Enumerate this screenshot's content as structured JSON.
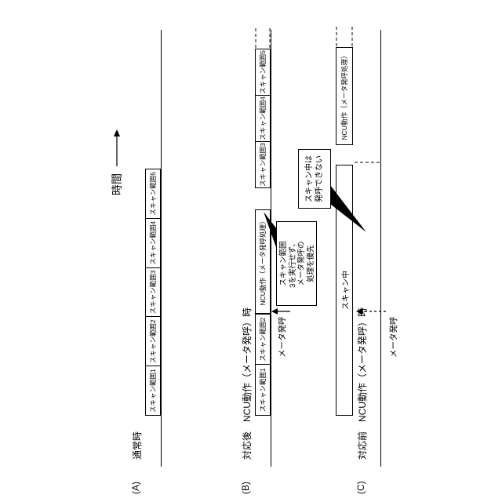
{
  "time_axis": {
    "label": "時間"
  },
  "section_a": {
    "tag": "(A)",
    "title": "通常時",
    "scan_cells": [
      "スキャン範囲1",
      "スキャン範囲2",
      "スキャン範囲3",
      "スキャン範囲4",
      "スキャン範囲5"
    ]
  },
  "section_b": {
    "tag": "(B)",
    "title": "対応後　NCU動作（メータ発呼）時",
    "scan_cells_before": [
      "スキャン範囲1",
      "スキャン範囲2"
    ],
    "ncu_box": "NCU動作（メータ発呼処理）",
    "scan_cells_after": [
      "スキャン範囲3",
      "スキャン範囲4",
      "スキャン範囲5"
    ],
    "meter_call_label": "メータ発呼",
    "callout_lines": [
      "スキャン範囲",
      "3を実行せず、",
      "メータ発呼の",
      "処理を優先"
    ]
  },
  "section_c": {
    "tag": "(C)",
    "title": "対応前　NCU動作（メータ発呼）時",
    "scan_box": "スキャン中",
    "ncu_box": "NCU動作（メータ発呼処理）",
    "meter_call_label": "メータ発呼",
    "callout_lines": [
      "スキャン中は",
      "発呼できない"
    ]
  },
  "colors": {
    "ink": "#000000",
    "paper": "#ffffff"
  }
}
